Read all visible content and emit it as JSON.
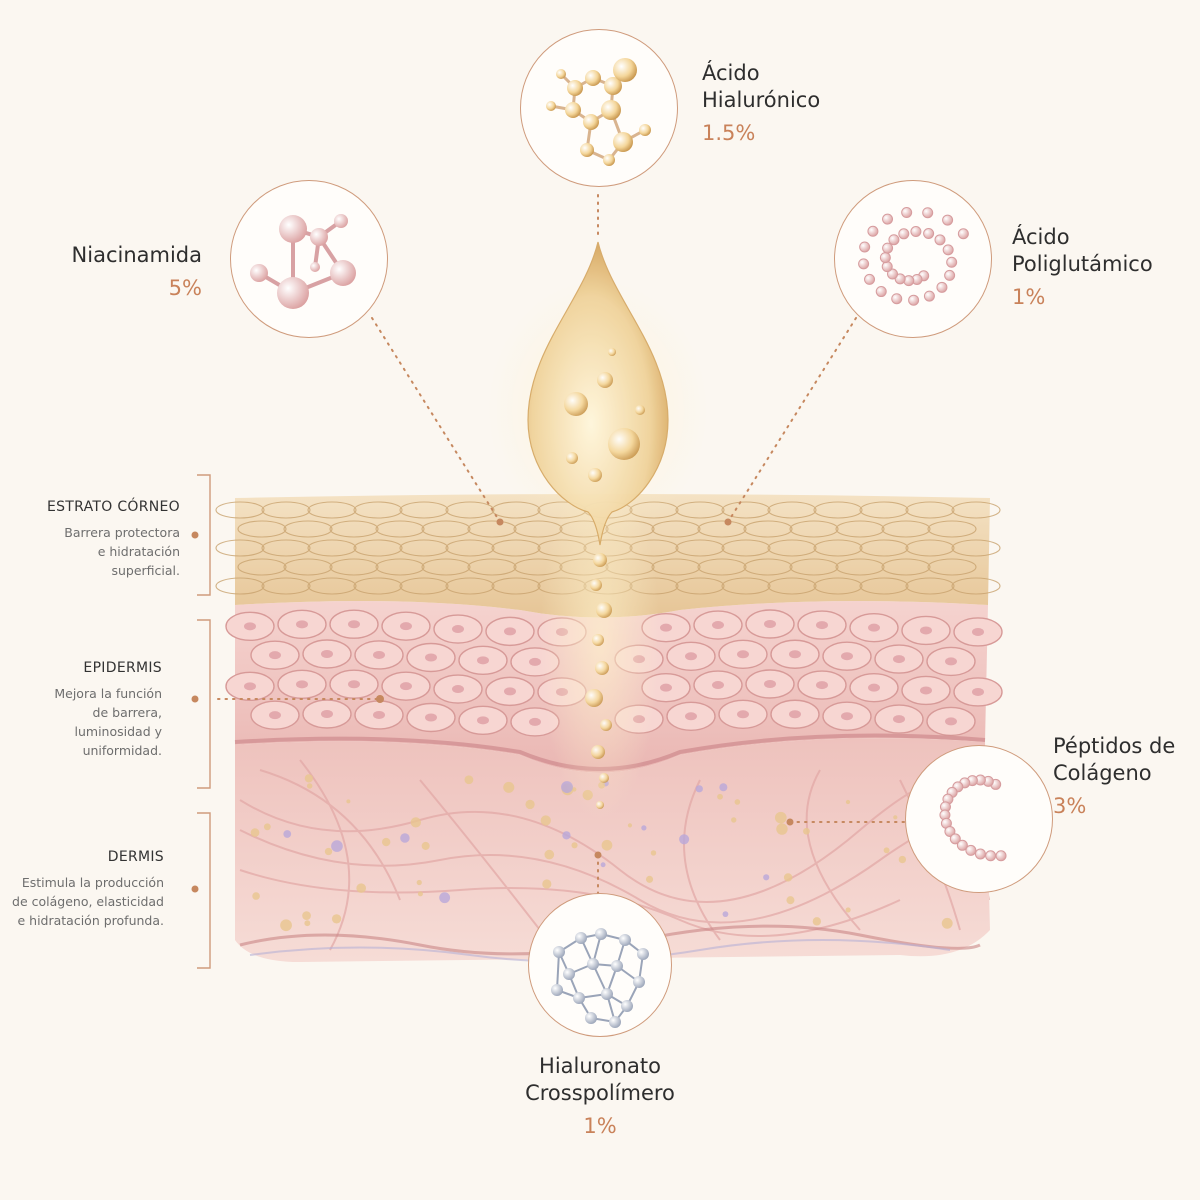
{
  "ingredients": [
    {
      "id": "hyaluronic",
      "name": "Ácido\nHialurónico",
      "percent": "1.5%"
    },
    {
      "id": "niacinamide",
      "name": "Niacinamida",
      "percent": "5%"
    },
    {
      "id": "polyglutamic",
      "name": "Ácido\nPoliglutámico",
      "percent": "1%"
    },
    {
      "id": "collagen_peptides",
      "name": "Péptidos de\nColágeno",
      "percent": "3%"
    },
    {
      "id": "crosspolymer",
      "name": "Hialuronato\nCrosspolímero",
      "percent": "1%"
    }
  ],
  "layers": [
    {
      "id": "stratum",
      "title": "ESTRATO CÓRNEO",
      "desc": "Barrera protectora\ne hidratación\nsuperficial."
    },
    {
      "id": "epidermis",
      "title": "EPIDERMIS",
      "desc": "Mejora la función\nde barrera,\nluminosidad y\nuniformidad."
    },
    {
      "id": "dermis",
      "title": "DERMIS",
      "desc": "Estimula la producción\nde colágeno, elasticidad\ne hidratación profunda."
    }
  ],
  "colors": {
    "accent": "#c9825a",
    "ring": "#cf9b7c",
    "stratum": "#ead0a6",
    "epidermis": "#f1c9c4",
    "dermis": "#ecc2bc",
    "background": "#fbf7f1"
  },
  "icons": [
    "molecule-icon",
    "droplet-icon",
    "molecule-chain-icon",
    "molecule-network-icon"
  ]
}
